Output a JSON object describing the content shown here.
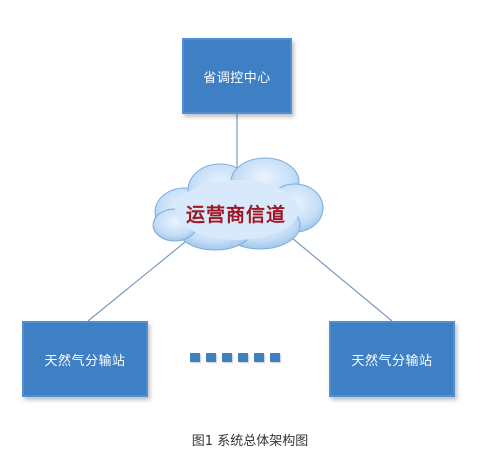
{
  "nodes": {
    "top": "省调控中心",
    "left": "天然气分输站",
    "right": "天然气分输站"
  },
  "cloud": {
    "label": "运营商信道"
  },
  "caption": "图1 系统总体架构图",
  "colors": {
    "node_fill": "#3f7fc3",
    "cloud_fill": "#b9d6f2",
    "cloud_label": "#a01824",
    "connector": "#7a9cbf"
  },
  "ellipsis_icon": "dotted-ellipsis"
}
